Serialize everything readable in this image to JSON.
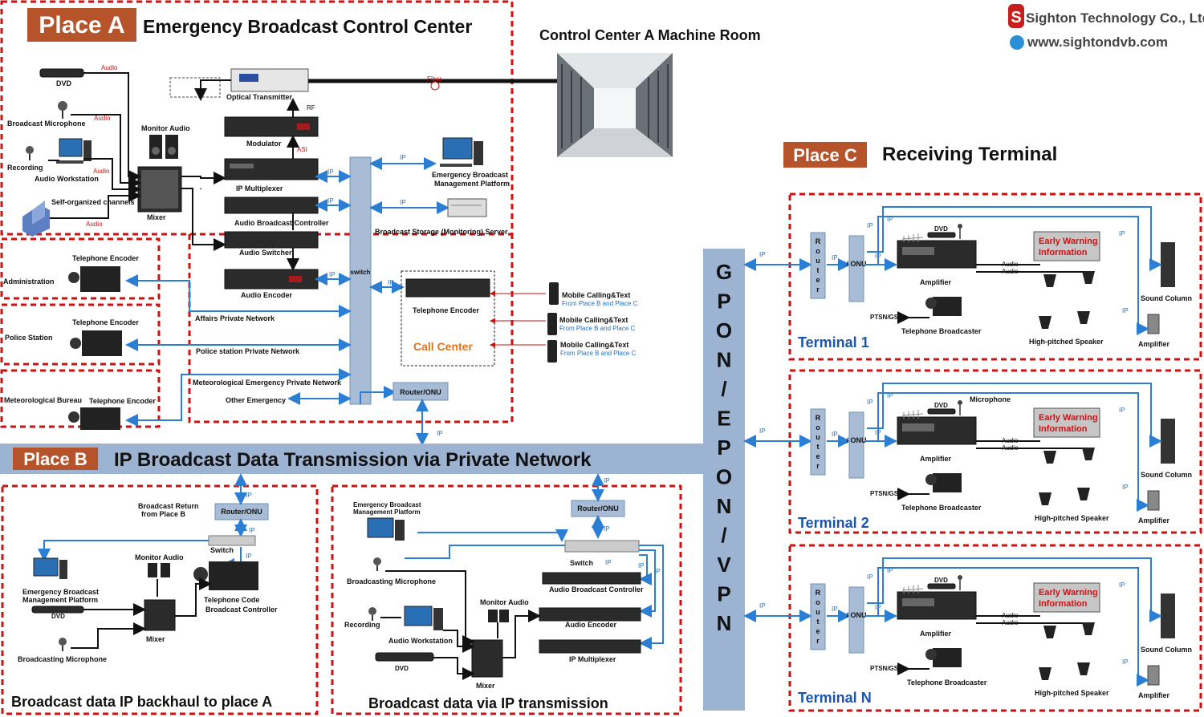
{
  "company": {
    "name": "Sighton Technology Co., Ltd",
    "url": "www.sightondvb.com"
  },
  "placeA": {
    "tag": "Place A",
    "title": "Emergency Broadcast Control Center",
    "machine_room": "Control Center A Machine Room",
    "devices": {
      "dvd": "DVD",
      "broadcast_microphone": "Broadcast Microphone",
      "monitor_audio": "Monitor Audio",
      "recording": "Recording",
      "audio_workstation": "Audio Workstation",
      "self_organized": "Self-organized channels",
      "mixer": "Mixer",
      "optical_transmitter": "Optical Transmitter",
      "modulator": "Modulator",
      "ip_multiplexer": "IP Multiplexer",
      "audio_broadcast_controller": "Audio Broadcast Controller",
      "audio_switcher": "Audio Switcher",
      "audio_encoder": "Audio Encoder",
      "switch": "switch",
      "management_platform": "Emergency Broadcast Management Platform",
      "storage_server": "Broadcast Storage (Monitoring) Server",
      "telephone_encoder": "Telephone Encoder",
      "call_center": "Call Center",
      "router_onu": "Router/ONU",
      "administration": "Administration",
      "police_station": "Police Station",
      "met_bureau": "Meteorological Bureau"
    },
    "links": {
      "audio": "Audio",
      "fiber": "Fiber",
      "rf": "RF",
      "asi": "ASI",
      "ip": "IP",
      "affairs": "Affairs Private Network",
      "police": "Police station Private Network",
      "met": "Meteorological Emergency Private Network",
      "other": "Other Emergency"
    },
    "mobile": [
      {
        "title": "Mobile Calling&Text",
        "sub": "From Place B and Place C"
      },
      {
        "title": "Mobile Calling&Text",
        "sub": "From Place B and Place C"
      },
      {
        "title": "Mobile Calling&Text",
        "sub": "From Place B and Place C"
      }
    ]
  },
  "placeB": {
    "tag": "Place B",
    "title": "IP Broadcast Data Transmission via Private Network",
    "backhaul": {
      "caption": "Broadcast data IP backhaul to place A",
      "return_label": "Broadcast Return from Place B",
      "router_onu": "Router/ONU",
      "switch": "Switch",
      "monitor_audio": "Monitor Audio",
      "management_platform": "Emergency Broadcast Management Platform",
      "dvd": "DVD",
      "mixer": "Mixer",
      "telephone_controller": "Telephone Code Broadcast Controller",
      "broadcasting_microphone": "Broadcasting Microphone"
    },
    "transmission": {
      "caption": "Broadcast data via IP transmission",
      "management_platform": "Emergency Broadcast Management Platform",
      "router_onu": "Router/ONU",
      "switch": "Switch",
      "audio_broadcast_controller": "Audio Broadcast  Controller",
      "broadcasting_microphone": "Broadcasting Microphone",
      "monitor_audio": "Monitor Audio",
      "recording": "Recording",
      "audio_workstation": "Audio Workstation",
      "audio_encoder": "Audio Encoder",
      "dvd": "DVD",
      "ip_multiplexer": "IP Multiplexer",
      "mixer": "Mixer"
    }
  },
  "network": {
    "letters": [
      "G",
      "P",
      "O",
      "N",
      "/",
      "E",
      "P",
      "O",
      "N",
      "/",
      "V",
      "P",
      "N"
    ],
    "ip": "IP"
  },
  "placeC": {
    "tag": "Place C",
    "title": "Receiving Terminal",
    "terminals": [
      {
        "name": "Terminal 1"
      },
      {
        "name": "Terminal 2"
      },
      {
        "name": "Terminal N"
      }
    ],
    "labels": {
      "router": [
        "R",
        "o",
        "u",
        "t",
        "e",
        "r"
      ],
      "onu": "/ ONU",
      "amplifier": "Amplifier",
      "dvd": "DVD",
      "microphone": "Microphone",
      "early_warning": "Early Warning Information",
      "audio": "Audio",
      "sound_column": "Sound Column",
      "ptsn": "PTSN/GSM",
      "telephone_broadcaster": "Telephone Broadcaster",
      "high_speaker": "High-pitched Speaker",
      "ip": "IP"
    }
  },
  "colors": {
    "place_tag": "#b5532a",
    "network_bar": "#9db3d2",
    "dashed_border": "#cc1111",
    "blue_link": "#2a7fd4",
    "title_blue": "#1a56b0"
  }
}
